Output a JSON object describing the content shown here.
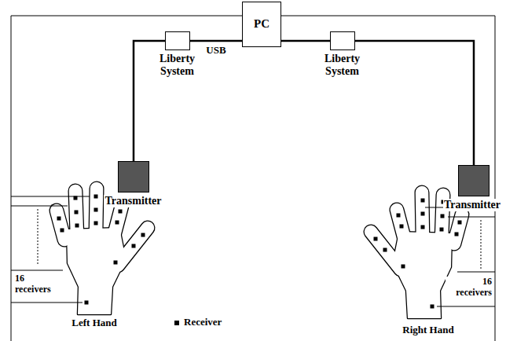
{
  "diagram": {
    "nodes": [
      {
        "text": [
          "PC"
        ]
      },
      {
        "text": [
          "Liberty System"
        ]
      },
      {
        "text": [
          "Liberty System"
        ]
      },
      {
        "text": [
          "Transmitter"
        ]
      },
      {
        "text": [
          "Transmitter"
        ]
      }
    ],
    "edges": [
      {
        "from": 1,
        "to": 0,
        "arrow": "none",
        "label": "USB"
      },
      {
        "from": 0,
        "to": 2,
        "arrow": "none"
      },
      {
        "from": 1,
        "to": 3,
        "arrow": "none"
      },
      {
        "from": 2,
        "to": 4,
        "arrow": "none"
      }
    ],
    "labels": [
      "16 receivers",
      "Left Hand",
      "16 receivers",
      "Right Hand"
    ],
    "legend": [
      {
        "text": "Receiver"
      }
    ]
  }
}
